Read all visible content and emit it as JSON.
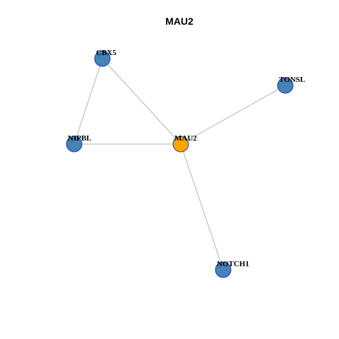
{
  "title": "MAU2",
  "colors": {
    "center_node": "#FFA500",
    "neighbor_node": "#4682B4",
    "node_border": "#1F3FB0",
    "edge": "#B3B3B3"
  },
  "nodes": [
    {
      "id": "MAU2",
      "label": "MAU2",
      "role": "center"
    },
    {
      "id": "CBX5",
      "label": "CBX5",
      "role": "neighbor"
    },
    {
      "id": "TONSL",
      "label": "TONSL",
      "role": "neighbor"
    },
    {
      "id": "NIPBL",
      "label": "NIPBL",
      "role": "neighbor"
    },
    {
      "id": "NOTCH1",
      "label": "NOTCH1",
      "role": "neighbor"
    }
  ],
  "edges": [
    {
      "source": "CBX5",
      "target": "MAU2"
    },
    {
      "source": "CBX5",
      "target": "NIPBL"
    },
    {
      "source": "NIPBL",
      "target": "MAU2"
    },
    {
      "source": "TONSL",
      "target": "MAU2"
    },
    {
      "source": "MAU2",
      "target": "NOTCH1"
    }
  ]
}
